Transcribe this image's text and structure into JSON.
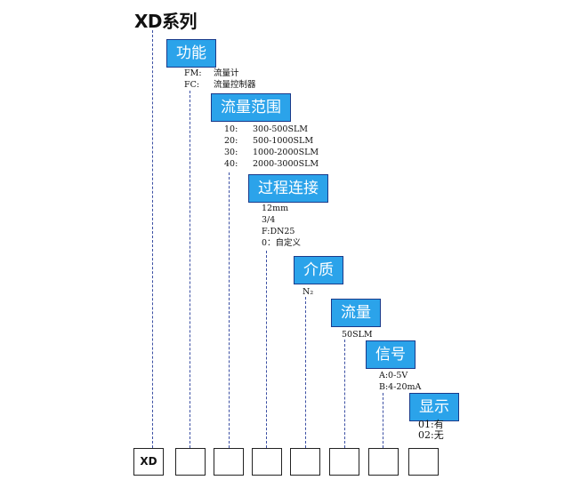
{
  "title": "XD系列",
  "sections": {
    "function": {
      "label": "功能",
      "options": [
        {
          "code": "FM:",
          "desc": "流量计"
        },
        {
          "code": "FC:",
          "desc": "流量控制器"
        }
      ]
    },
    "flow_range": {
      "label": "流量范围",
      "options": [
        {
          "code": "10:",
          "desc": "300-500SLM"
        },
        {
          "code": "20:",
          "desc": "500-1000SLM"
        },
        {
          "code": "30:",
          "desc": "1000-2000SLM"
        },
        {
          "code": "40:",
          "desc": "2000-3000SLM"
        }
      ]
    },
    "connection": {
      "label": "过程连接",
      "options": [
        "12mm",
        "3/4",
        "F:DN25",
        "0：自定义"
      ]
    },
    "medium": {
      "label": "介质",
      "options": [
        "N₂"
      ]
    },
    "flow": {
      "label": "流量",
      "options": [
        "50SLM"
      ]
    },
    "signal": {
      "label": "信号",
      "options": [
        "A:0-5V",
        "B:4-20mA"
      ]
    },
    "display": {
      "label": "显示",
      "options": [
        "01:有",
        "02:无"
      ]
    }
  },
  "code_boxes": [
    "XD",
    "",
    "",
    "",
    "",
    "",
    "",
    ""
  ]
}
